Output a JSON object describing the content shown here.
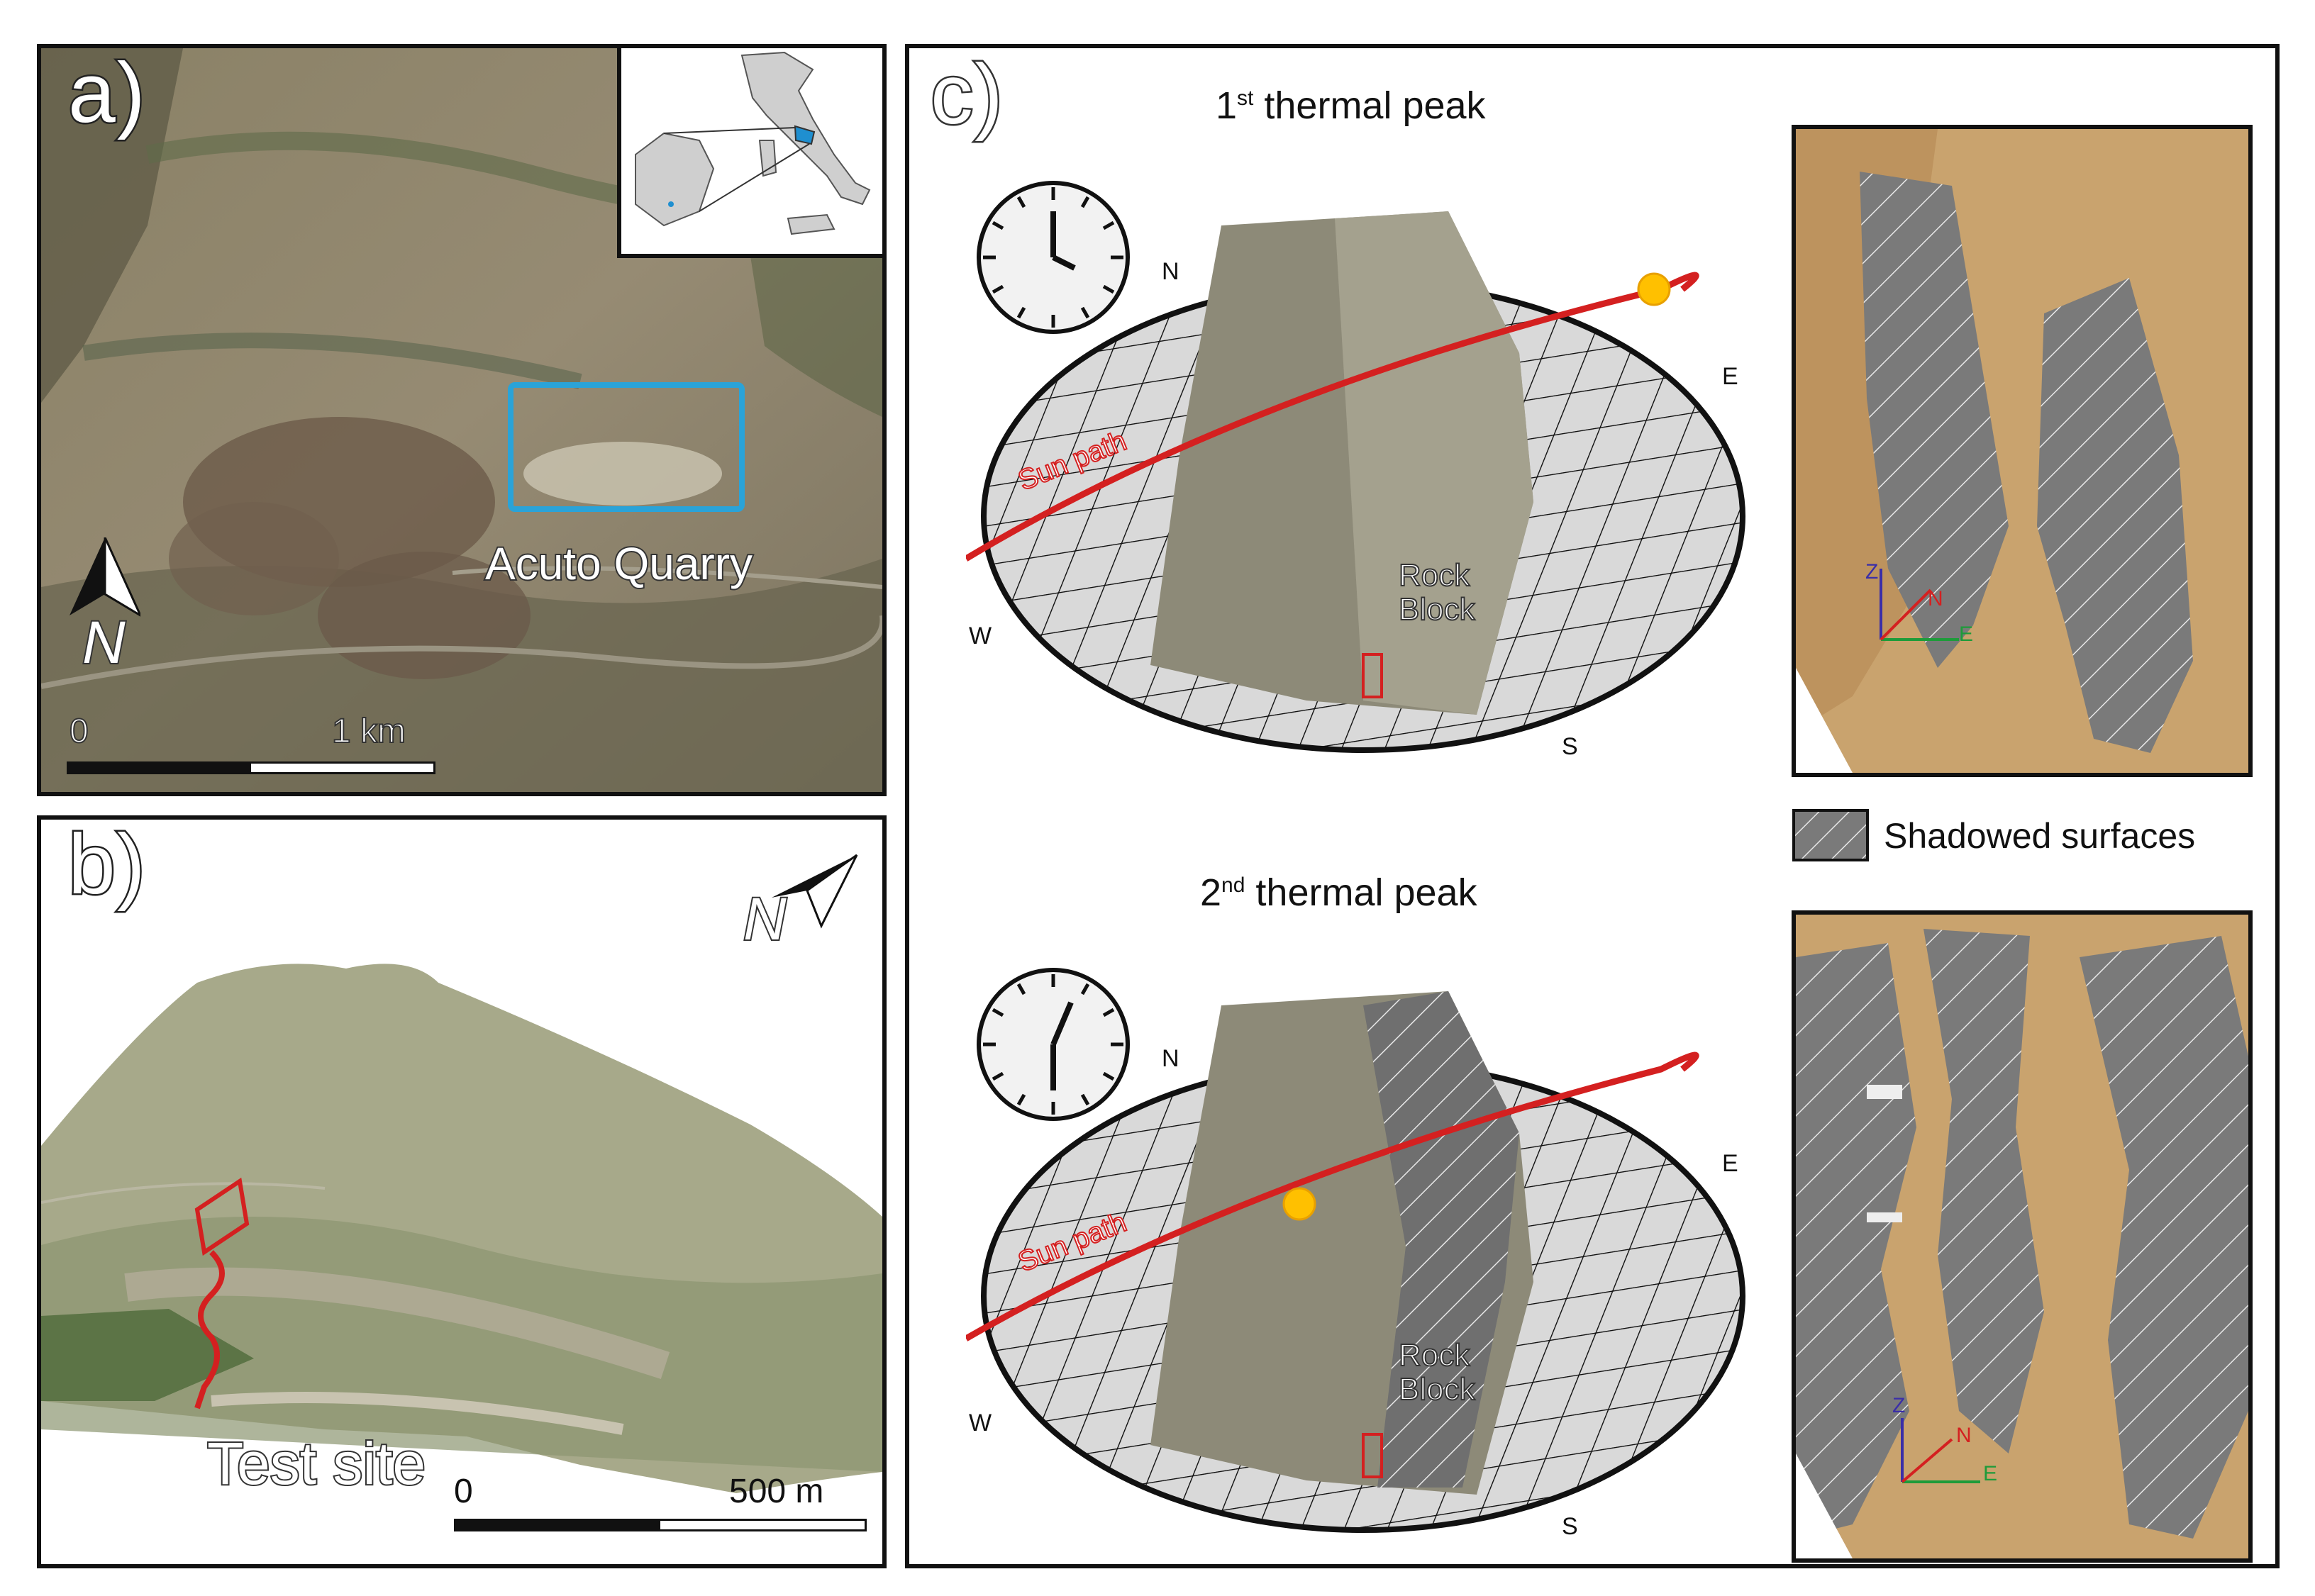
{
  "panel_a": {
    "letter": "a)",
    "site_label": "Acuto Quarry",
    "north_label": "N",
    "scale_zero": "0",
    "scale_end": "1 km"
  },
  "panel_b": {
    "letter": "b)",
    "north_label": "N",
    "site_label": "Test site",
    "scale_zero": "0",
    "scale_end": "500 m"
  },
  "panel_c": {
    "letter": "c)",
    "peak1": {
      "ordinal": "1",
      "suffix": "st",
      "rest": " thermal peak"
    },
    "peak2": {
      "ordinal": "2",
      "suffix": "nd",
      "rest": " thermal peak"
    },
    "sun_path_label": "Sun path",
    "rock_label_line1": "Rock",
    "rock_label_line2": "Block",
    "compass": {
      "n": "N",
      "e": "E",
      "s": "S",
      "w": "W"
    },
    "axes": {
      "z": "Z",
      "n": "N",
      "e": "E"
    },
    "legend_label": "Shadowed surfaces"
  },
  "colors": {
    "quarry_box": "#2aa3d8",
    "highlight_red": "#d42020",
    "sun": "#ffc000",
    "shadow_fill": "#7a7a7a",
    "grid_fill": "#d9d9d9"
  }
}
